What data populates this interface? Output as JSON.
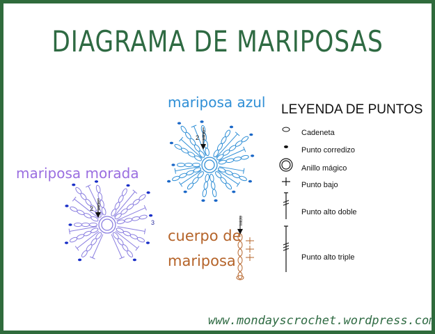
{
  "title": "DIAGRAMA DE MARIPOSAS",
  "labels": {
    "azul": "mariposa azul",
    "morada": "mariposa morada",
    "cuerpo_line1": "cuerpo de",
    "cuerpo_line2": "mariposa"
  },
  "diagram_text": {
    "inicio": "inicio",
    "round2": "2",
    "round3": "3"
  },
  "legend": {
    "title": "LEYENDA DE PUNTOS",
    "items": [
      "Cadeneta",
      "Punto corredizo",
      "Anillo mágico",
      "Punto bajo",
      "Punto alto doble",
      "Punto alto triple"
    ]
  },
  "footer": {
    "url": "www.mondayscrochet.wordpress.com"
  },
  "colors": {
    "azul": "#2f8fd6",
    "morada": "#8a7ee0",
    "cuerpo": "#b5642a",
    "green": "#2e6a42"
  }
}
